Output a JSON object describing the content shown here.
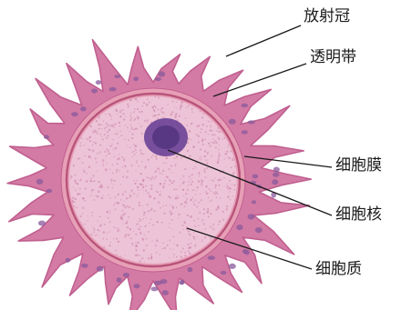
{
  "labels": {
    "corona_radiata": "放射冠",
    "zona_pellucida": "透明带",
    "cell_membrane": "细胞膜",
    "nucleus": "细胞核",
    "cytoplasm": "细胞质"
  },
  "colors": {
    "corona": "#d37ba5",
    "corona_edge": "#c05f8f",
    "corona_cell": "#8a5a9c",
    "zona": "#e79fb6",
    "membrane": "#b8547a",
    "cytoplasm": "#edc4d7",
    "cytoplasm_dots": "#cf8daf",
    "nucleus": "#6a4296",
    "nucleus_core": "#3e2570",
    "leader_line": "#1a1a1a"
  }
}
